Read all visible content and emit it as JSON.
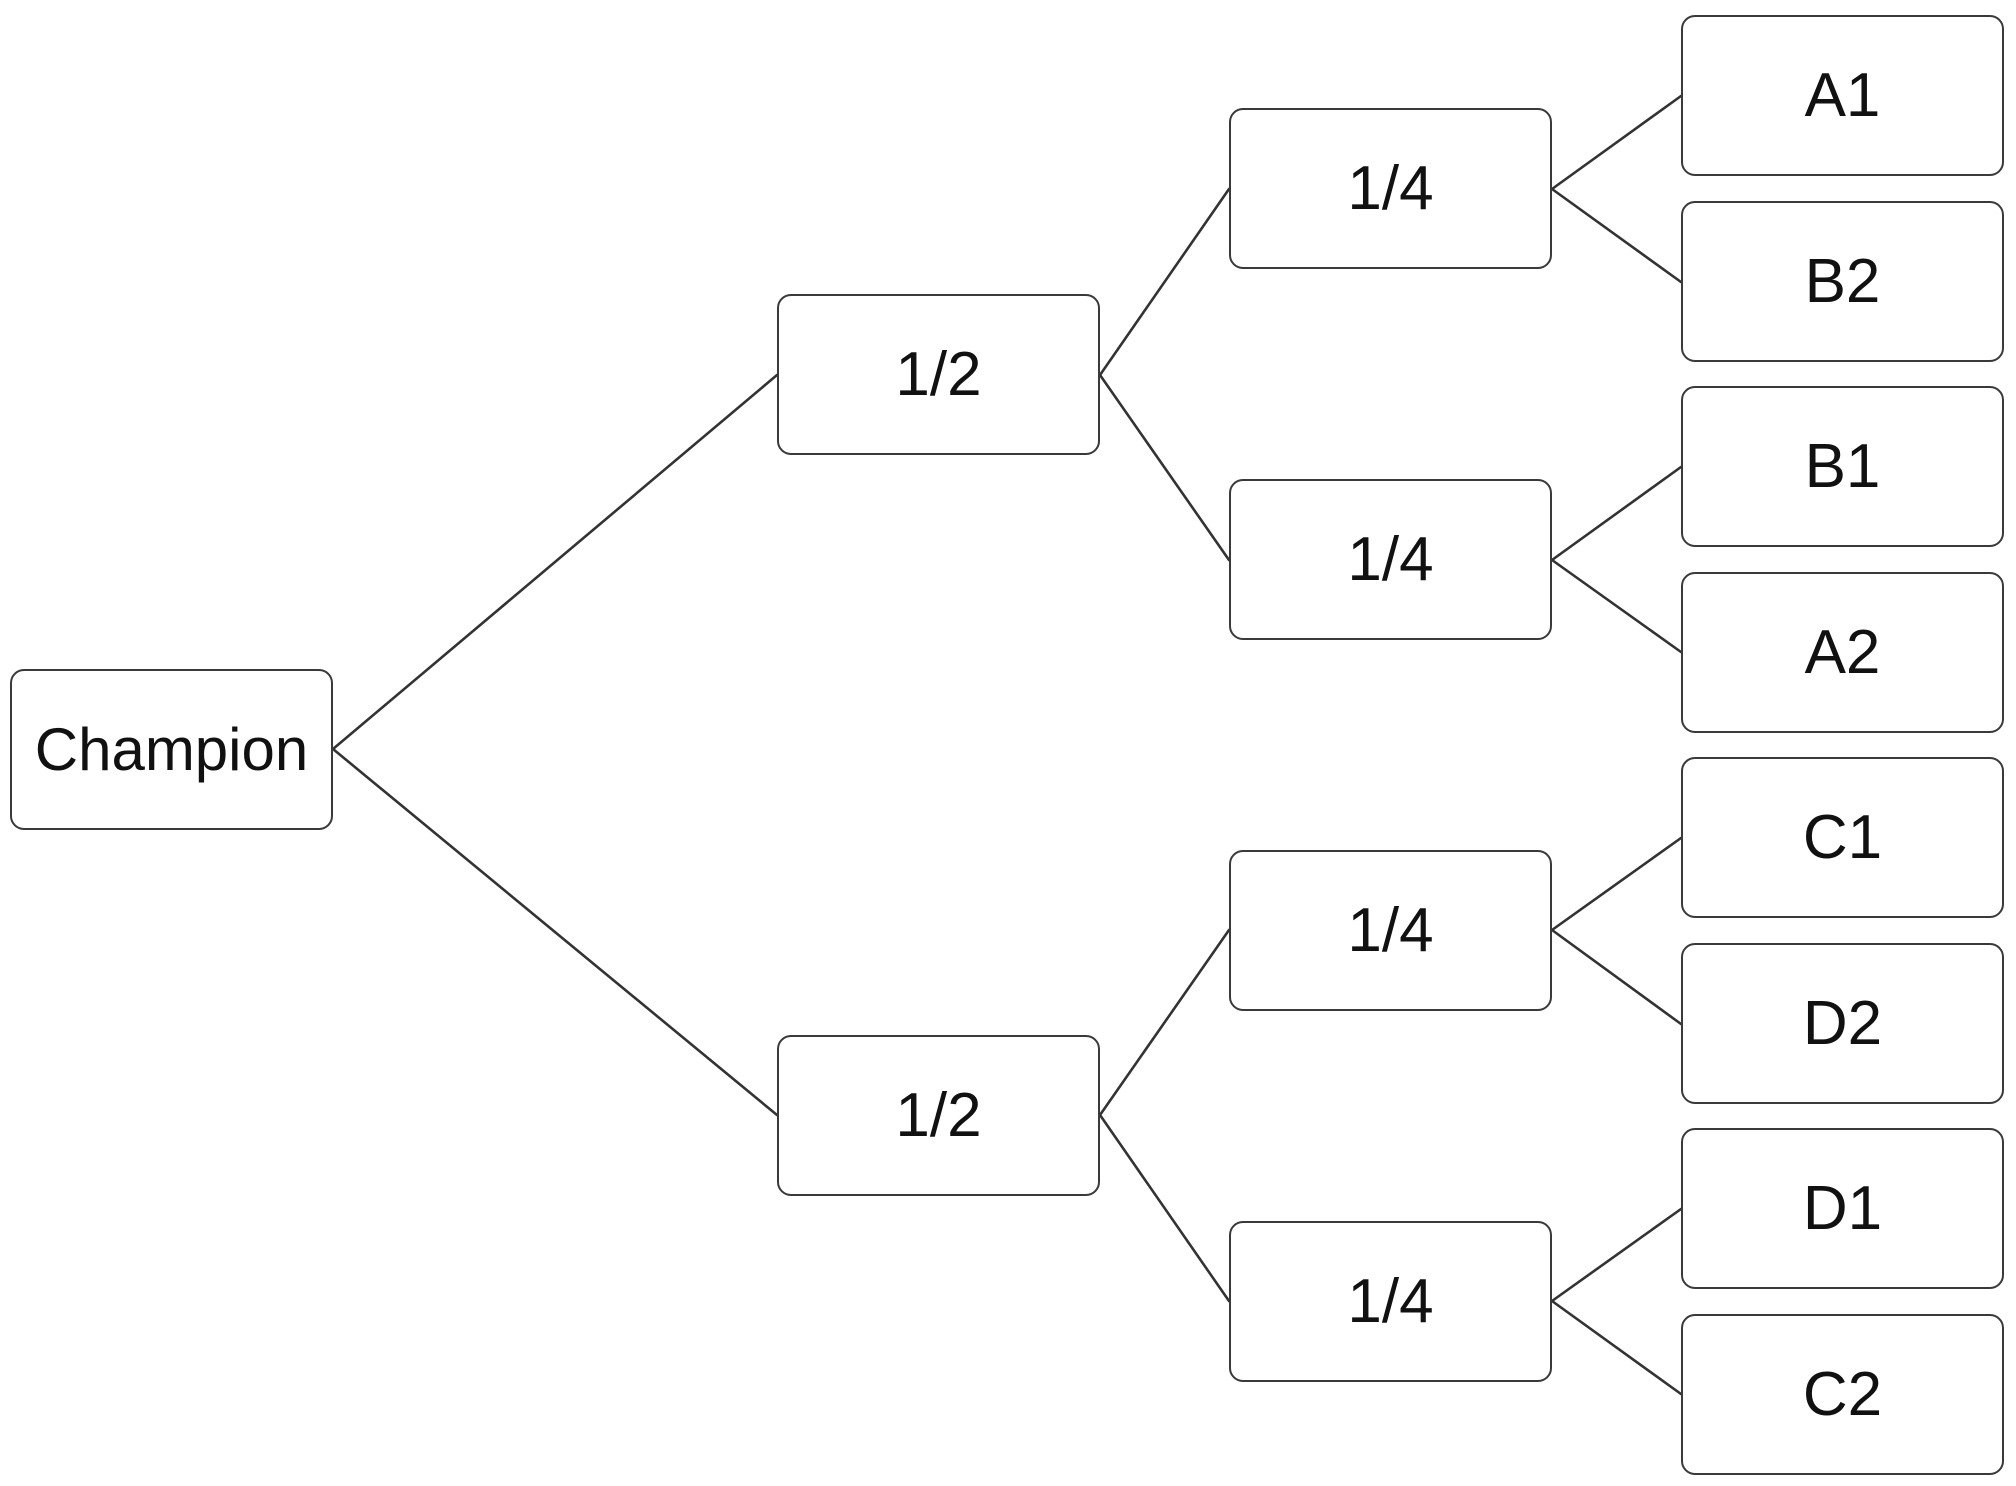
{
  "bracket": {
    "champion": "Champion",
    "semifinals": [
      "1/2",
      "1/2"
    ],
    "quarterfinals": [
      "1/4",
      "1/4",
      "1/4",
      "1/4"
    ],
    "teams": [
      "A1",
      "B2",
      "B1",
      "A2",
      "C1",
      "D2",
      "D1",
      "C2"
    ]
  }
}
